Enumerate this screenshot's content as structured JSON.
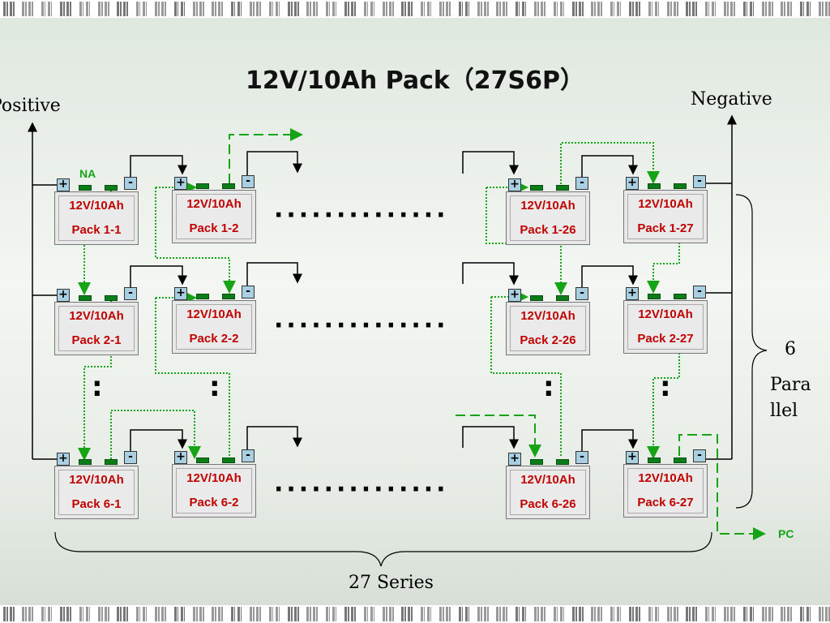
{
  "title": "12V/10Ah Pack（27S6P）",
  "labels": {
    "positive": "Positive",
    "negative": "Negative",
    "na": "NA",
    "pc": "PC",
    "series": "27 Series",
    "parallel_count": "6",
    "parallel_word_1": "Para",
    "parallel_word_2": "llel"
  },
  "terminals": {
    "plus": "+",
    "minus": "-"
  },
  "ellipsis": "··············",
  "vertical_ellipsis": ":",
  "packs": [
    {
      "rating": "12V/10Ah",
      "name": "Pack 1-1"
    },
    {
      "rating": "12V/10Ah",
      "name": "Pack 1-2"
    },
    {
      "rating": "12V/10Ah",
      "name": "Pack 1-26"
    },
    {
      "rating": "12V/10Ah",
      "name": "Pack 1-27"
    },
    {
      "rating": "12V/10Ah",
      "name": "Pack 2-1"
    },
    {
      "rating": "12V/10Ah",
      "name": "Pack 2-2"
    },
    {
      "rating": "12V/10Ah",
      "name": "Pack 2-26"
    },
    {
      "rating": "12V/10Ah",
      "name": "Pack 2-27"
    },
    {
      "rating": "12V/10Ah",
      "name": "Pack 6-1"
    },
    {
      "rating": "12V/10Ah",
      "name": "Pack 6-2"
    },
    {
      "rating": "12V/10Ah",
      "name": "Pack 6-26"
    },
    {
      "rating": "12V/10Ah",
      "name": "Pack 6-27"
    }
  ],
  "colors": {
    "pack_text": "#c00000",
    "bms_line": "#16a316",
    "terminal": "#a9cfe3",
    "cell": "#0a7d18"
  }
}
